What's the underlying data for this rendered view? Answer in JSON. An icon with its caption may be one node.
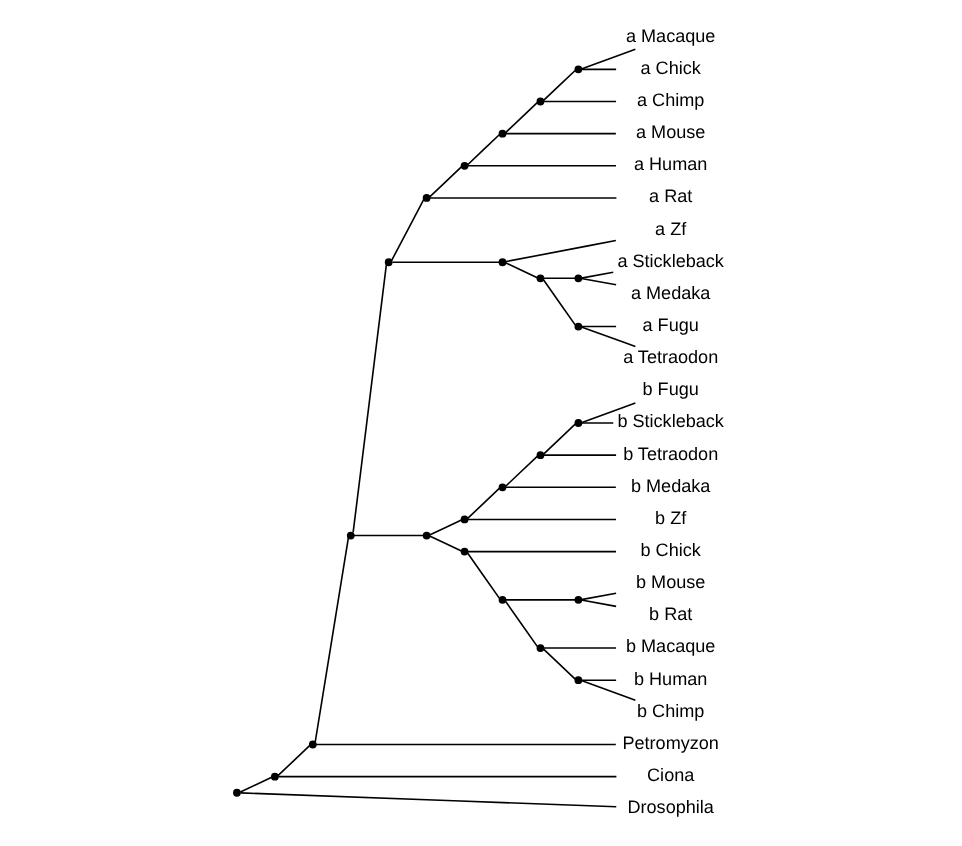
{
  "diagram": {
    "nodes": [
      {
        "text": [
          "a Macaque"
        ]
      },
      {
        "text": [
          "a Chick"
        ]
      },
      {
        "text": [
          "a Chimp"
        ]
      },
      {
        "text": [
          "a Mouse"
        ]
      },
      {
        "text": [
          "a Human"
        ]
      },
      {
        "text": [
          "a Rat"
        ]
      },
      {
        "text": [
          "a Zf"
        ]
      },
      {
        "text": [
          "a Stickleback"
        ]
      },
      {
        "text": [
          "a Medaka"
        ]
      },
      {
        "text": [
          "a Fugu"
        ]
      },
      {
        "text": [
          "a Tetraodon"
        ]
      },
      {
        "text": [
          "b Fugu"
        ]
      },
      {
        "text": [
          "b Stickleback"
        ]
      },
      {
        "text": [
          "b Tetraodon"
        ]
      },
      {
        "text": [
          "b Medaka"
        ]
      },
      {
        "text": [
          "b Zf"
        ]
      },
      {
        "text": [
          "b Chick"
        ]
      },
      {
        "text": [
          "b Mouse"
        ]
      },
      {
        "text": [
          "b Rat"
        ]
      },
      {
        "text": [
          "b Macaque"
        ]
      },
      {
        "text": [
          "b Human"
        ]
      },
      {
        "text": [
          "b Chimp"
        ]
      },
      {
        "text": [
          "Petromyzon"
        ]
      },
      {
        "text": [
          "Ciona"
        ]
      },
      {
        "text": [
          "Drosophila"
        ]
      },
      {
        "text": [],
        "shape": "point"
      },
      {
        "text": [],
        "shape": "point"
      },
      {
        "text": [],
        "shape": "point"
      },
      {
        "text": [],
        "shape": "point"
      },
      {
        "text": [],
        "shape": "point"
      },
      {
        "text": [],
        "shape": "point"
      },
      {
        "text": [],
        "shape": "point"
      },
      {
        "text": [],
        "shape": "point"
      },
      {
        "text": [],
        "shape": "point"
      },
      {
        "text": [],
        "shape": "point"
      },
      {
        "text": [],
        "shape": "point"
      },
      {
        "text": [],
        "shape": "point"
      },
      {
        "text": [],
        "shape": "point"
      },
      {
        "text": [],
        "shape": "point"
      },
      {
        "text": [],
        "shape": "point"
      },
      {
        "text": [],
        "shape": "point"
      },
      {
        "text": [],
        "shape": "point"
      },
      {
        "text": [],
        "shape": "point"
      },
      {
        "text": [],
        "shape": "point"
      },
      {
        "text": [],
        "shape": "point"
      },
      {
        "text": [],
        "shape": "point"
      },
      {
        "text": [],
        "shape": "point"
      },
      {
        "text": [],
        "shape": "point"
      },
      {
        "text": [],
        "shape": "point"
      }
    ],
    "edges": [
      {
        "from": 25,
        "to": 26,
        "arrow": "none"
      },
      {
        "from": 25,
        "to": 24,
        "arrow": "none"
      },
      {
        "from": 26,
        "to": 27,
        "arrow": "none"
      },
      {
        "from": 26,
        "to": 23,
        "arrow": "none"
      },
      {
        "from": 27,
        "to": 28,
        "arrow": "none"
      },
      {
        "from": 27,
        "to": 22,
        "arrow": "none"
      },
      {
        "from": 28,
        "to": 29,
        "arrow": "none"
      },
      {
        "from": 28,
        "to": 39,
        "arrow": "none"
      },
      {
        "from": 29,
        "to": 30,
        "arrow": "none"
      },
      {
        "from": 29,
        "to": 35,
        "arrow": "none"
      },
      {
        "from": 30,
        "to": 31,
        "arrow": "none"
      },
      {
        "from": 30,
        "to": 5,
        "arrow": "none"
      },
      {
        "from": 31,
        "to": 32,
        "arrow": "none"
      },
      {
        "from": 31,
        "to": 4,
        "arrow": "none"
      },
      {
        "from": 32,
        "to": 33,
        "arrow": "none"
      },
      {
        "from": 32,
        "to": 3,
        "arrow": "none"
      },
      {
        "from": 33,
        "to": 34,
        "arrow": "none"
      },
      {
        "from": 33,
        "to": 2,
        "arrow": "none"
      },
      {
        "from": 34,
        "to": 0,
        "arrow": "none"
      },
      {
        "from": 34,
        "to": 1,
        "arrow": "none"
      },
      {
        "from": 35,
        "to": 6,
        "arrow": "none"
      },
      {
        "from": 35,
        "to": 36,
        "arrow": "none"
      },
      {
        "from": 36,
        "to": 37,
        "arrow": "none"
      },
      {
        "from": 36,
        "to": 38,
        "arrow": "none"
      },
      {
        "from": 37,
        "to": 7,
        "arrow": "none"
      },
      {
        "from": 37,
        "to": 8,
        "arrow": "none"
      },
      {
        "from": 38,
        "to": 9,
        "arrow": "none"
      },
      {
        "from": 38,
        "to": 10,
        "arrow": "none"
      },
      {
        "from": 39,
        "to": 40,
        "arrow": "none"
      },
      {
        "from": 39,
        "to": 44,
        "arrow": "none"
      },
      {
        "from": 40,
        "to": 41,
        "arrow": "none"
      },
      {
        "from": 40,
        "to": 15,
        "arrow": "none"
      },
      {
        "from": 41,
        "to": 42,
        "arrow": "none"
      },
      {
        "from": 41,
        "to": 14,
        "arrow": "none"
      },
      {
        "from": 42,
        "to": 43,
        "arrow": "none"
      },
      {
        "from": 42,
        "to": 13,
        "arrow": "none"
      },
      {
        "from": 43,
        "to": 11,
        "arrow": "none"
      },
      {
        "from": 43,
        "to": 12,
        "arrow": "none"
      },
      {
        "from": 44,
        "to": 16,
        "arrow": "none"
      },
      {
        "from": 44,
        "to": 45,
        "arrow": "none"
      },
      {
        "from": 45,
        "to": 46,
        "arrow": "none"
      },
      {
        "from": 45,
        "to": 47,
        "arrow": "none"
      },
      {
        "from": 46,
        "to": 17,
        "arrow": "none"
      },
      {
        "from": 46,
        "to": 18,
        "arrow": "none"
      },
      {
        "from": 47,
        "to": 19,
        "arrow": "none"
      },
      {
        "from": 47,
        "to": 48,
        "arrow": "none"
      },
      {
        "from": 48,
        "to": 20,
        "arrow": "none"
      },
      {
        "from": 48,
        "to": 21,
        "arrow": "none"
      }
    ]
  }
}
